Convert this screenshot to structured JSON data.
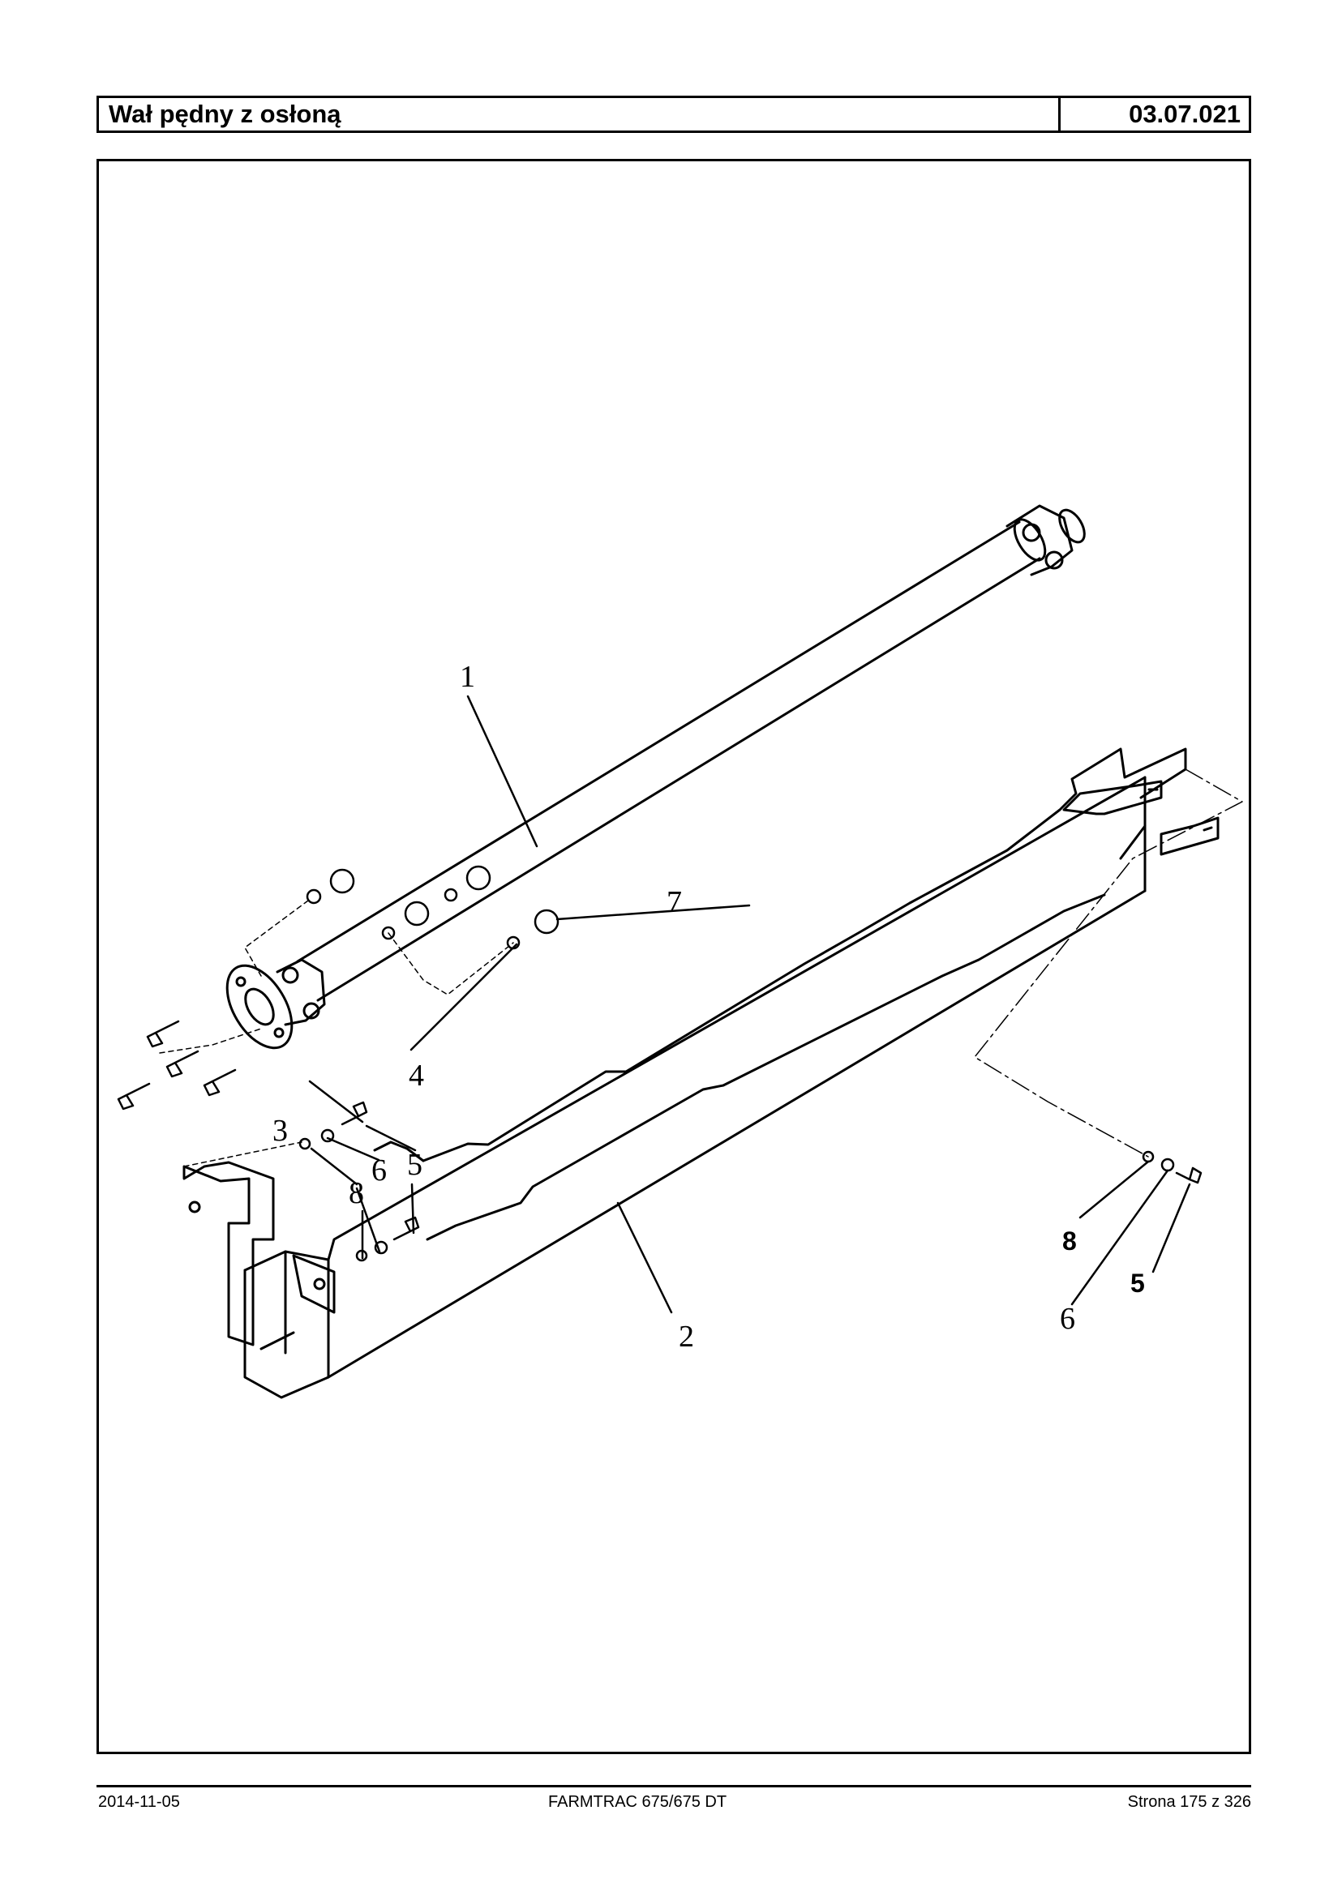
{
  "header": {
    "title": "Wał pędny z osłoną",
    "code": "03.07.021"
  },
  "diagram": {
    "callouts": [
      {
        "id": "c1",
        "label": "1"
      },
      {
        "id": "c2",
        "label": "2"
      },
      {
        "id": "c3",
        "label": "3"
      },
      {
        "id": "c4",
        "label": "4"
      },
      {
        "id": "c5a",
        "label": "5"
      },
      {
        "id": "c6a",
        "label": "6"
      },
      {
        "id": "c7",
        "label": "7"
      },
      {
        "id": "c8a",
        "label": "8"
      },
      {
        "id": "c8b",
        "label": "8"
      },
      {
        "id": "c5b",
        "label": "5"
      },
      {
        "id": "c6b",
        "label": "6"
      }
    ]
  },
  "footer": {
    "date": "2014-11-05",
    "model": "FARMTRAC 675/675 DT",
    "page": "Strona 175 z 326"
  }
}
